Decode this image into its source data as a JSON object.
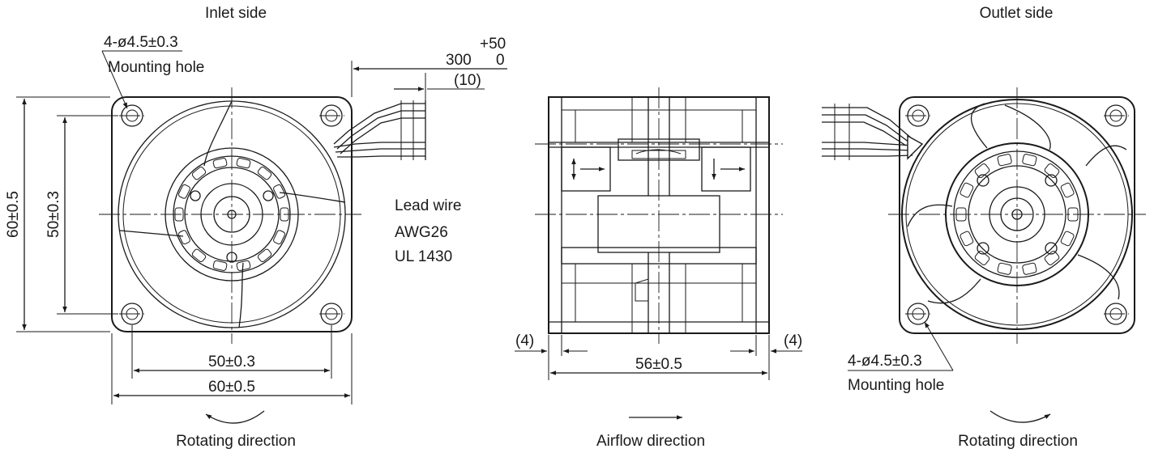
{
  "inlet": {
    "title": "Inlet side",
    "hole_spec": "4-ø4.5±0.3",
    "hole_label": "Mounting hole",
    "dim_height": "60±0.5",
    "dim_pitch_v": "50±0.3",
    "dim_pitch_h": "50±0.3",
    "dim_width": "60±0.5",
    "rotation": "Rotating direction"
  },
  "lead": {
    "length": "300",
    "tol_plus": "+50",
    "tol_minus": "0",
    "strip": "(10)",
    "label": "Lead wire",
    "gauge": "AWG26",
    "standard": "UL 1430"
  },
  "side": {
    "left_offset": "(4)",
    "right_offset": "(4)",
    "depth": "56±0.5",
    "airflow": "Airflow direction"
  },
  "outlet": {
    "title": "Outlet side",
    "hole_spec": "4-ø4.5±0.3",
    "hole_label": "Mounting hole",
    "rotation": "Rotating direction"
  }
}
